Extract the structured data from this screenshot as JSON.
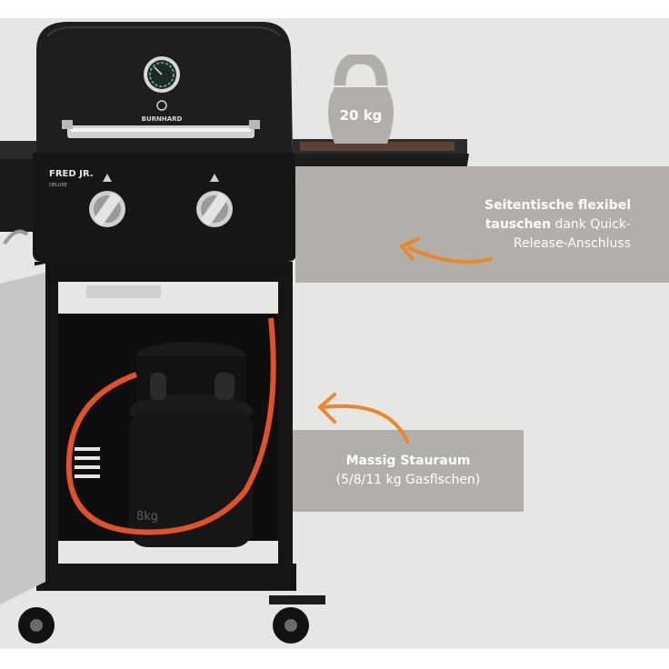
{
  "product": {
    "brand": "BURNHARD",
    "model": "FRED JR.",
    "edition": "DELUXE",
    "tank_label": "8kg"
  },
  "weight_badge": {
    "icon": "kettlebell-icon",
    "label": "20 kg"
  },
  "callouts": {
    "side_table": {
      "bold_part": "Seitentische flexibel tauschen",
      "rest_part": " dank Quick-Release-Anschluss",
      "line1_bold": "Seitentische flexibel",
      "line2_bold": "tauschen",
      "line2_rest": " dank Quick-",
      "line3": "Release-Anschluss"
    },
    "storage": {
      "title": "Massig Stauraum",
      "subtitle": "(5/8/11 kg Gasflschen)"
    }
  },
  "colors": {
    "backdrop": "#e6e6e4",
    "band": "#b2afab",
    "arrow": "#e8882a",
    "grill_body": "#1d1d1d",
    "hose": "#e0532a",
    "steel": "#c9c9c9"
  }
}
